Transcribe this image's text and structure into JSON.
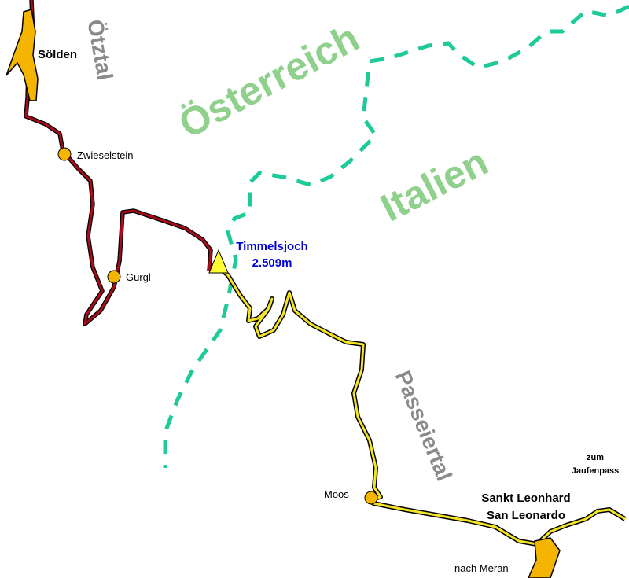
{
  "map": {
    "countries": {
      "austria": "Österreich",
      "italy": "Italien"
    },
    "valleys": {
      "oetztal": "Ötztal",
      "passeiertal": "Passeiertal"
    },
    "places": {
      "soelden": "Sölden",
      "zwieselstein": "Zwieselstein",
      "gurgl": "Gurgl",
      "moos": "Moos",
      "st_leonhard_de": "Sankt Leonhard",
      "st_leonhard_it": "San Leonardo"
    },
    "pass": {
      "name": "Timmelsjoch",
      "elevation": "2.509m"
    },
    "directions": {
      "jaufenpass_line1": "zum",
      "jaufenpass_line2": "Jaufenpass",
      "meran": "nach Meran"
    },
    "colors": {
      "border": "#1ec99a",
      "country_label": "#8fd08c",
      "valley_label": "#8a8a8a",
      "road_austria": "#a80c1a",
      "road_italy": "#f3e425",
      "town_fill": "#f5b400",
      "pass_marker": "#ffff33",
      "pass_label": "#0000dd"
    }
  }
}
